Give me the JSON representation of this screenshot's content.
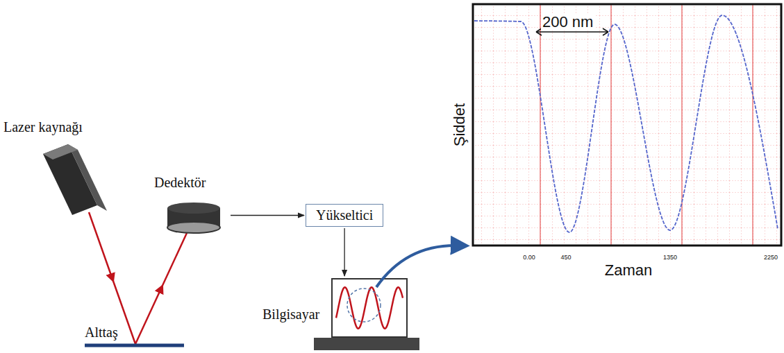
{
  "diagram": {
    "nodes": [
      {
        "text": [
          "Lazer kaynağı"
        ]
      },
      {
        "text": [
          "Dedektör"
        ]
      },
      {
        "text": [
          "Yükseltici"
        ]
      },
      {
        "text": [
          "Bilgisayar"
        ]
      }
    ],
    "edges": [
      {
        "from": 1,
        "to": 2,
        "arrow": "to"
      },
      {
        "from": 2,
        "to": 3,
        "arrow": "to"
      }
    ],
    "labels": [
      "Alttaş",
      "200 nm",
      "Şiddet",
      "Zaman",
      "0.00",
      "450",
      "1350",
      "2250"
    ]
  }
}
